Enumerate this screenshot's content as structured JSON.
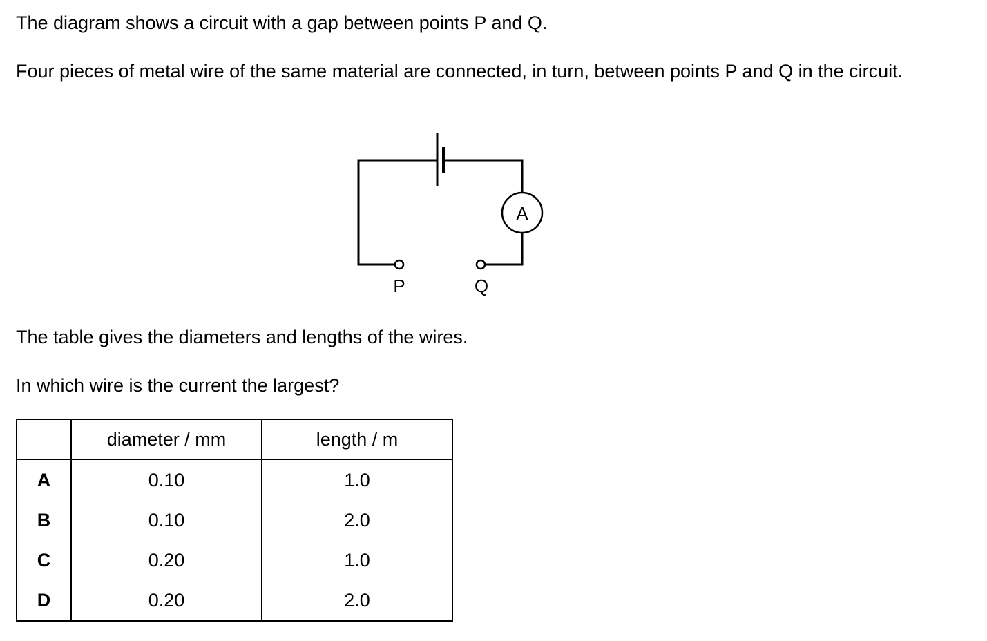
{
  "intro": "The diagram shows a circuit with a gap between points P and Q.",
  "setup": "Four pieces of metal wire of the same material are connected, in turn, between points P and Q in the circuit.",
  "diagram": {
    "ammeter_label": "A",
    "point_p": "P",
    "point_q": "Q"
  },
  "table_intro": "The table gives the diameters and lengths of the wires.",
  "question": "In which wire is the current the largest?",
  "table": {
    "headers": [
      "",
      "diameter / mm",
      "length / m"
    ],
    "rows": [
      {
        "option": "A",
        "diameter": "0.10",
        "length": "1.0"
      },
      {
        "option": "B",
        "diameter": "0.10",
        "length": "2.0"
      },
      {
        "option": "C",
        "diameter": "0.20",
        "length": "1.0"
      },
      {
        "option": "D",
        "diameter": "0.20",
        "length": "2.0"
      }
    ]
  }
}
